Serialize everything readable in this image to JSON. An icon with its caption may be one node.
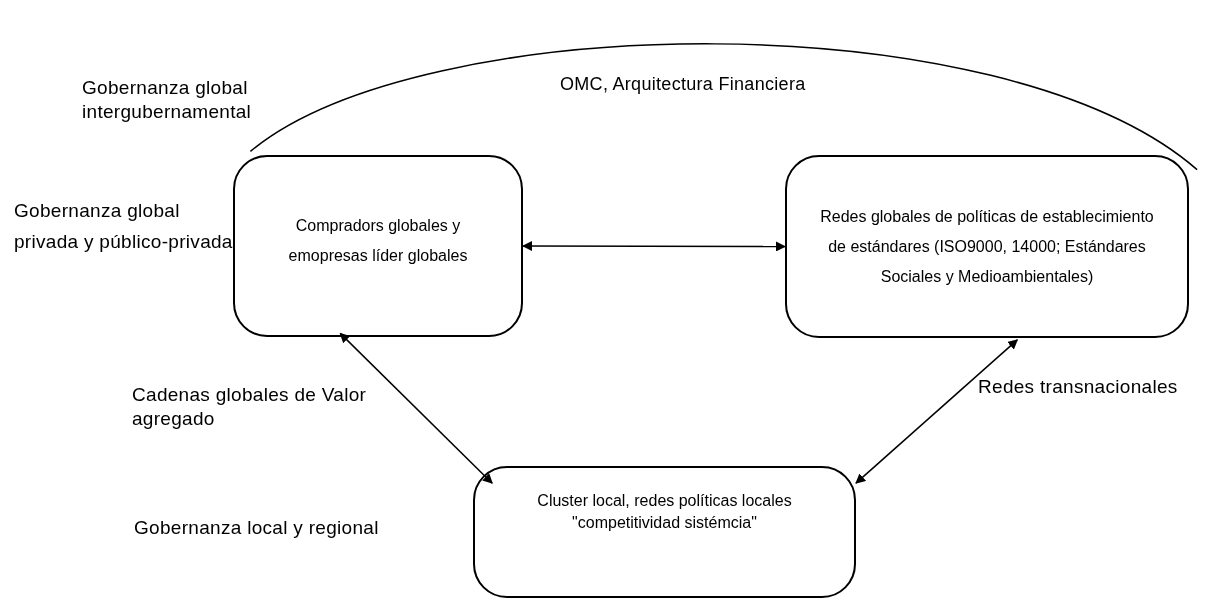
{
  "diagram": {
    "nodes": [
      {
        "text": [
          "Compradors globales y emopresas líder globales"
        ]
      },
      {
        "text": [
          "Redes globales de políticas de establecimiento de estándares (ISO9000, 14000; Estándares Sociales y Medioambientales)"
        ]
      },
      {
        "text": [
          "Cluster local, redes políticas locales \"competitividad sistémcia\""
        ]
      }
    ],
    "edges": [
      {
        "from": 0,
        "to": 1,
        "arrow": "none"
      },
      {
        "from": 0,
        "to": 1,
        "arrow": "both"
      },
      {
        "from": 0,
        "to": 2,
        "arrow": "both"
      },
      {
        "from": 1,
        "to": 2,
        "arrow": "both"
      }
    ],
    "labels": [
      "Gobernanza global intergubernamental",
      "OMC, Arquitectura Financiera",
      "Gobernanza global privada y público-privada",
      "Cadenas globales de Valor agregado",
      "Redes transnacionales",
      "Gobernanza local y regional"
    ]
  }
}
